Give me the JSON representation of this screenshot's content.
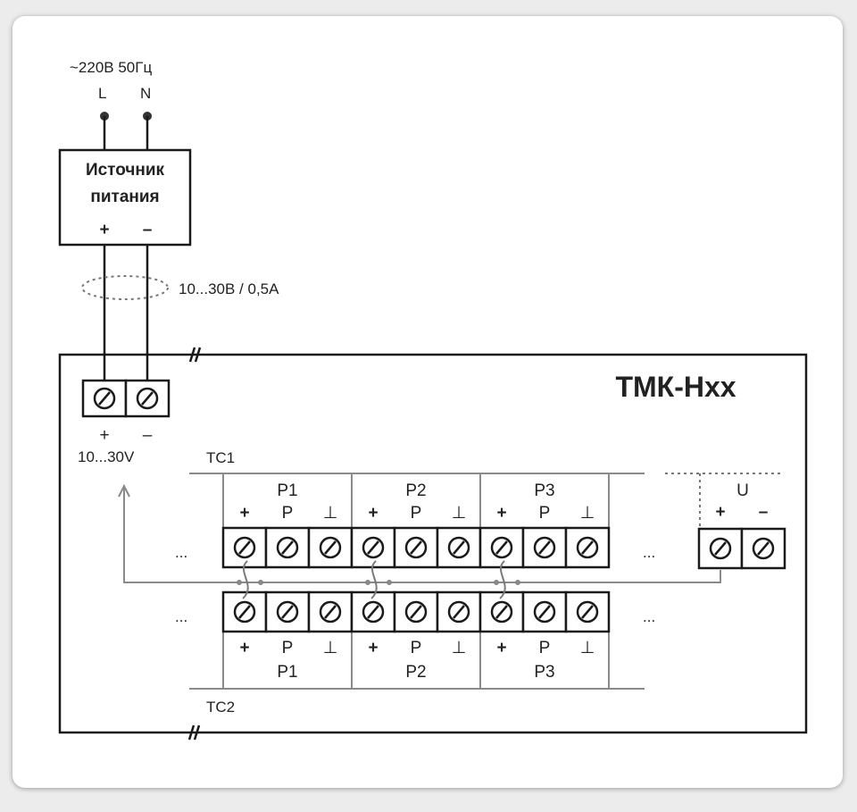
{
  "supply": {
    "voltage": "~220В 50Гц",
    "L": "L",
    "N": "N"
  },
  "psu": {
    "line1": "Источник",
    "line2": "питания",
    "plus": "+",
    "minus": "–"
  },
  "cable_label": "10...30В / 0,5А",
  "device": {
    "title": "ТМК-Нхх",
    "power_plus": "+",
    "power_minus": "–",
    "power_range": "10...30V"
  },
  "tc1": {
    "label": "TC1"
  },
  "tc2": {
    "label": "TC2"
  },
  "groups": [
    {
      "name": "P1",
      "plus": "+",
      "p": "P",
      "gnd": "⊥"
    },
    {
      "name": "P2",
      "plus": "+",
      "p": "P",
      "gnd": "⊥"
    },
    {
      "name": "P3",
      "plus": "+",
      "p": "P",
      "gnd": "⊥"
    }
  ],
  "u_block": {
    "name": "U",
    "plus": "+",
    "minus": "–"
  },
  "ellipsis": "..."
}
